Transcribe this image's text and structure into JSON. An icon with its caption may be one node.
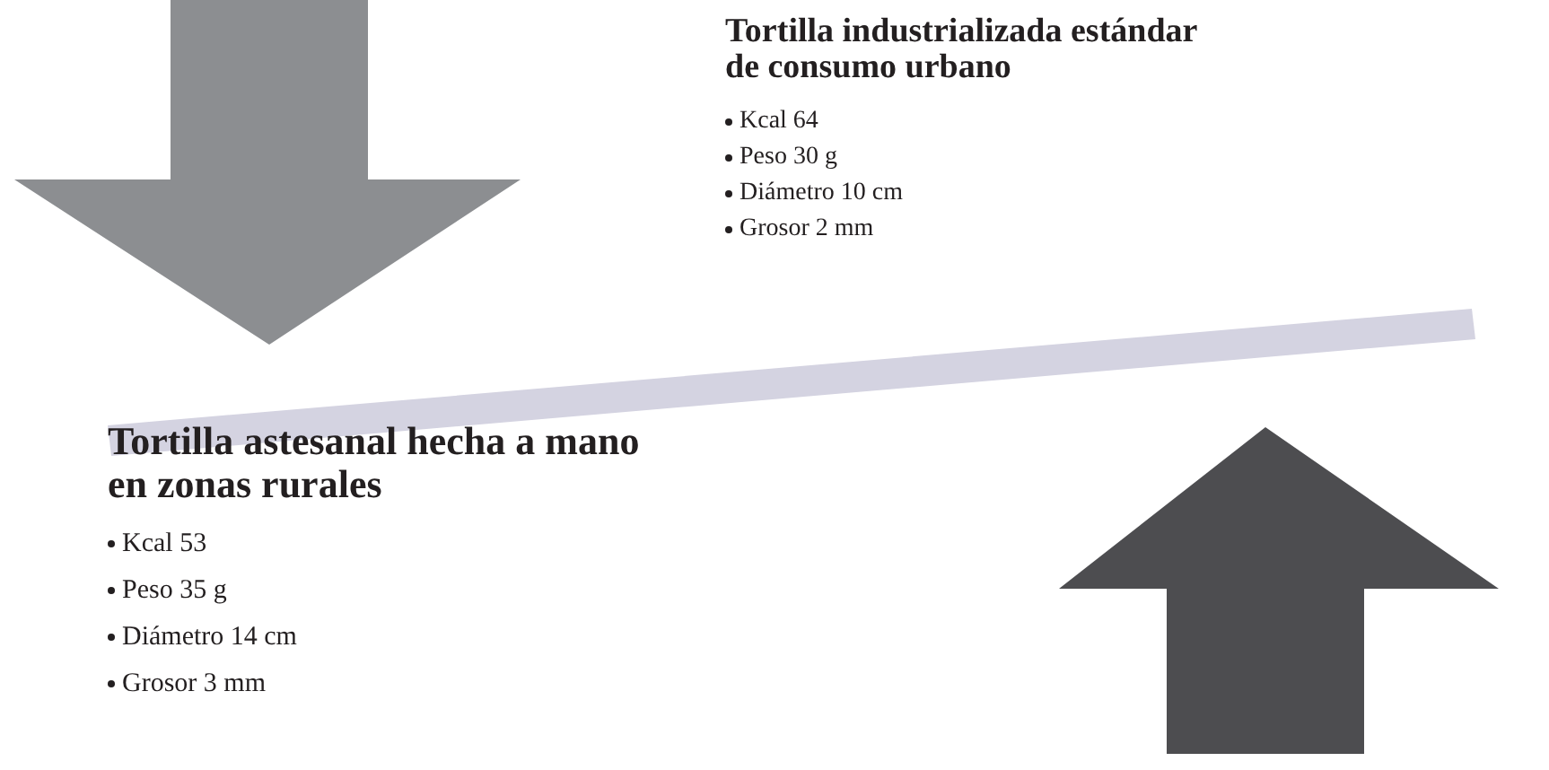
{
  "diagram": {
    "labels": [
      "Tortilla industrializada estándar de consumo urbano",
      "Kcal 64",
      "Peso 30 g",
      "Diámetro 10 cm",
      "Grosor 2 mm",
      "Tortilla astesanal hecha a mano en zonas rurales",
      "Kcal 53",
      "Peso 35 g",
      "Diámetro 14 cm",
      "Grosor 3 mm"
    ]
  }
}
